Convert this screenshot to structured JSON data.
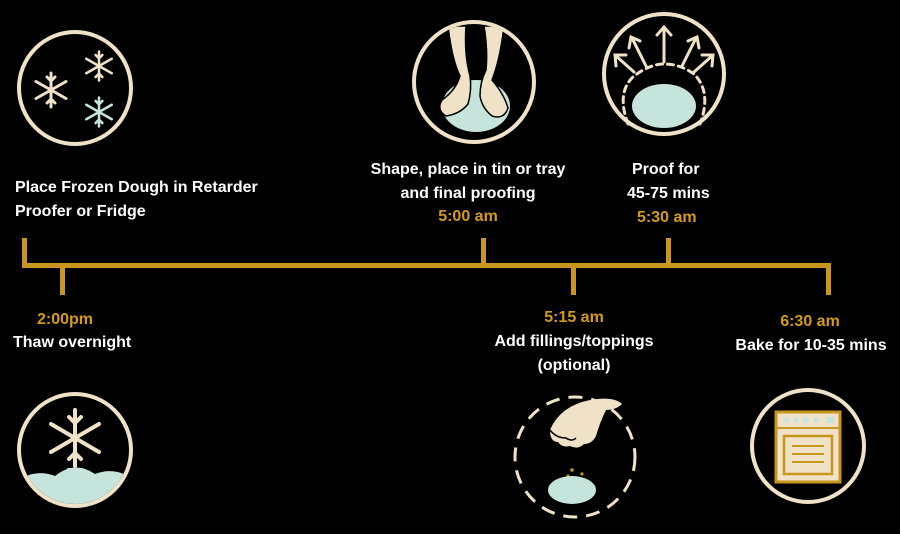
{
  "colors": {
    "background": "#000000",
    "timeline": "#c8961e",
    "time_text": "#d49a1a",
    "label_text": "#ffffff",
    "dough": "#c4e4dc",
    "hand": "#f0e2c6",
    "outline": "#f0e2c6"
  },
  "steps": [
    {
      "label_lines": [
        "Place Frozen Dough in Retarder",
        "Proofer or Fridge"
      ],
      "time": "",
      "icon": "snowflakes-icon"
    },
    {
      "label_lines": [
        "Thaw overnight"
      ],
      "time": "2:00pm",
      "icon": "thawing-snowflake-icon"
    },
    {
      "label_lines": [
        "Shape, place in tin or tray",
        "and final proofing"
      ],
      "time": "5:00 am",
      "icon": "shaping-hands-icon"
    },
    {
      "label_lines": [
        "Add fillings/toppings",
        "(optional)"
      ],
      "time": "5:15 am",
      "icon": "sprinkling-hand-icon"
    },
    {
      "label_lines": [
        "Proof for",
        "45-75 mins"
      ],
      "time": "5:30 am",
      "icon": "rising-dough-icon"
    },
    {
      "label_lines": [
        "Bake for 10-35 mins"
      ],
      "time": "6:30 am",
      "icon": "oven-icon"
    }
  ]
}
